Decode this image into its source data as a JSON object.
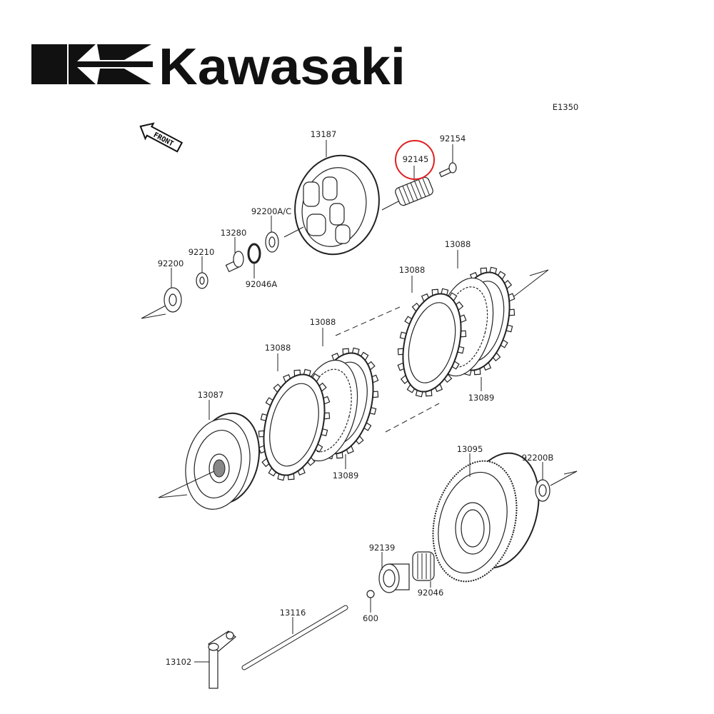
{
  "brand": {
    "name": "Kawasaki",
    "logo": "kawasaki-river-mark"
  },
  "diagram_code": "E1350",
  "direction_marker": "FRONT",
  "highlight_color": "#e02020",
  "highlighted_part": "92145",
  "parts": {
    "p13187": "13187",
    "p92145": "92145",
    "p92154": "92154",
    "p92200ac": "92200A/C",
    "p13280": "13280",
    "p92210": "92210",
    "p92200": "92200",
    "p92046a": "92046A",
    "p13088a": "13088",
    "p13088b": "13088",
    "p13088c": "13088",
    "p13088d": "13088",
    "p13087": "13087",
    "p13089a": "13089",
    "p13089b": "13089",
    "p13095": "13095",
    "p92200b": "92200B",
    "p92139": "92139",
    "p92046": "92046",
    "p600": "600",
    "p13116": "13116",
    "p13102": "13102"
  }
}
